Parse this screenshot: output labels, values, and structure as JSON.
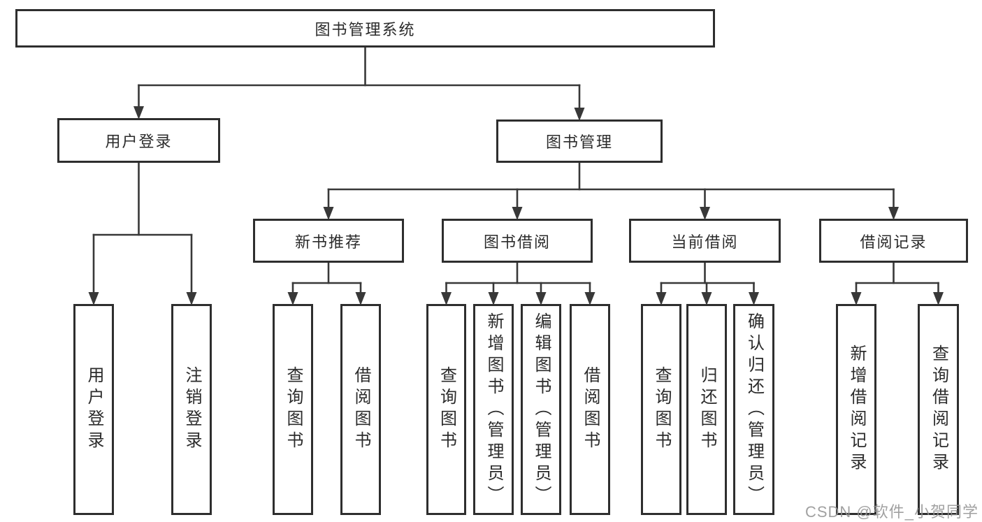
{
  "watermark": "CSDN @软件_小贺同学",
  "diagram": {
    "tree": {
      "label": "图书管理系统",
      "children": [
        {
          "label": "用户登录",
          "children": [
            {
              "label": "用户登录"
            },
            {
              "label": "注销登录"
            }
          ]
        },
        {
          "label": "图书管理",
          "children": [
            {
              "label": "新书推荐",
              "children": [
                {
                  "label": "查询图书"
                },
                {
                  "label": "借阅图书"
                }
              ]
            },
            {
              "label": "图书借阅",
              "children": [
                {
                  "label": "查询图书"
                },
                {
                  "label": "新增图书（管理员）"
                },
                {
                  "label": "编辑图书（管理员）"
                },
                {
                  "label": "借阅图书"
                }
              ]
            },
            {
              "label": "当前借阅",
              "children": [
                {
                  "label": "查询图书"
                },
                {
                  "label": "归还图书"
                },
                {
                  "label": "确认归还（管理员）"
                }
              ]
            },
            {
              "label": "借阅记录",
              "children": [
                {
                  "label": "新增借阅记录"
                },
                {
                  "label": "查询借阅记录"
                }
              ]
            }
          ]
        }
      ]
    }
  }
}
